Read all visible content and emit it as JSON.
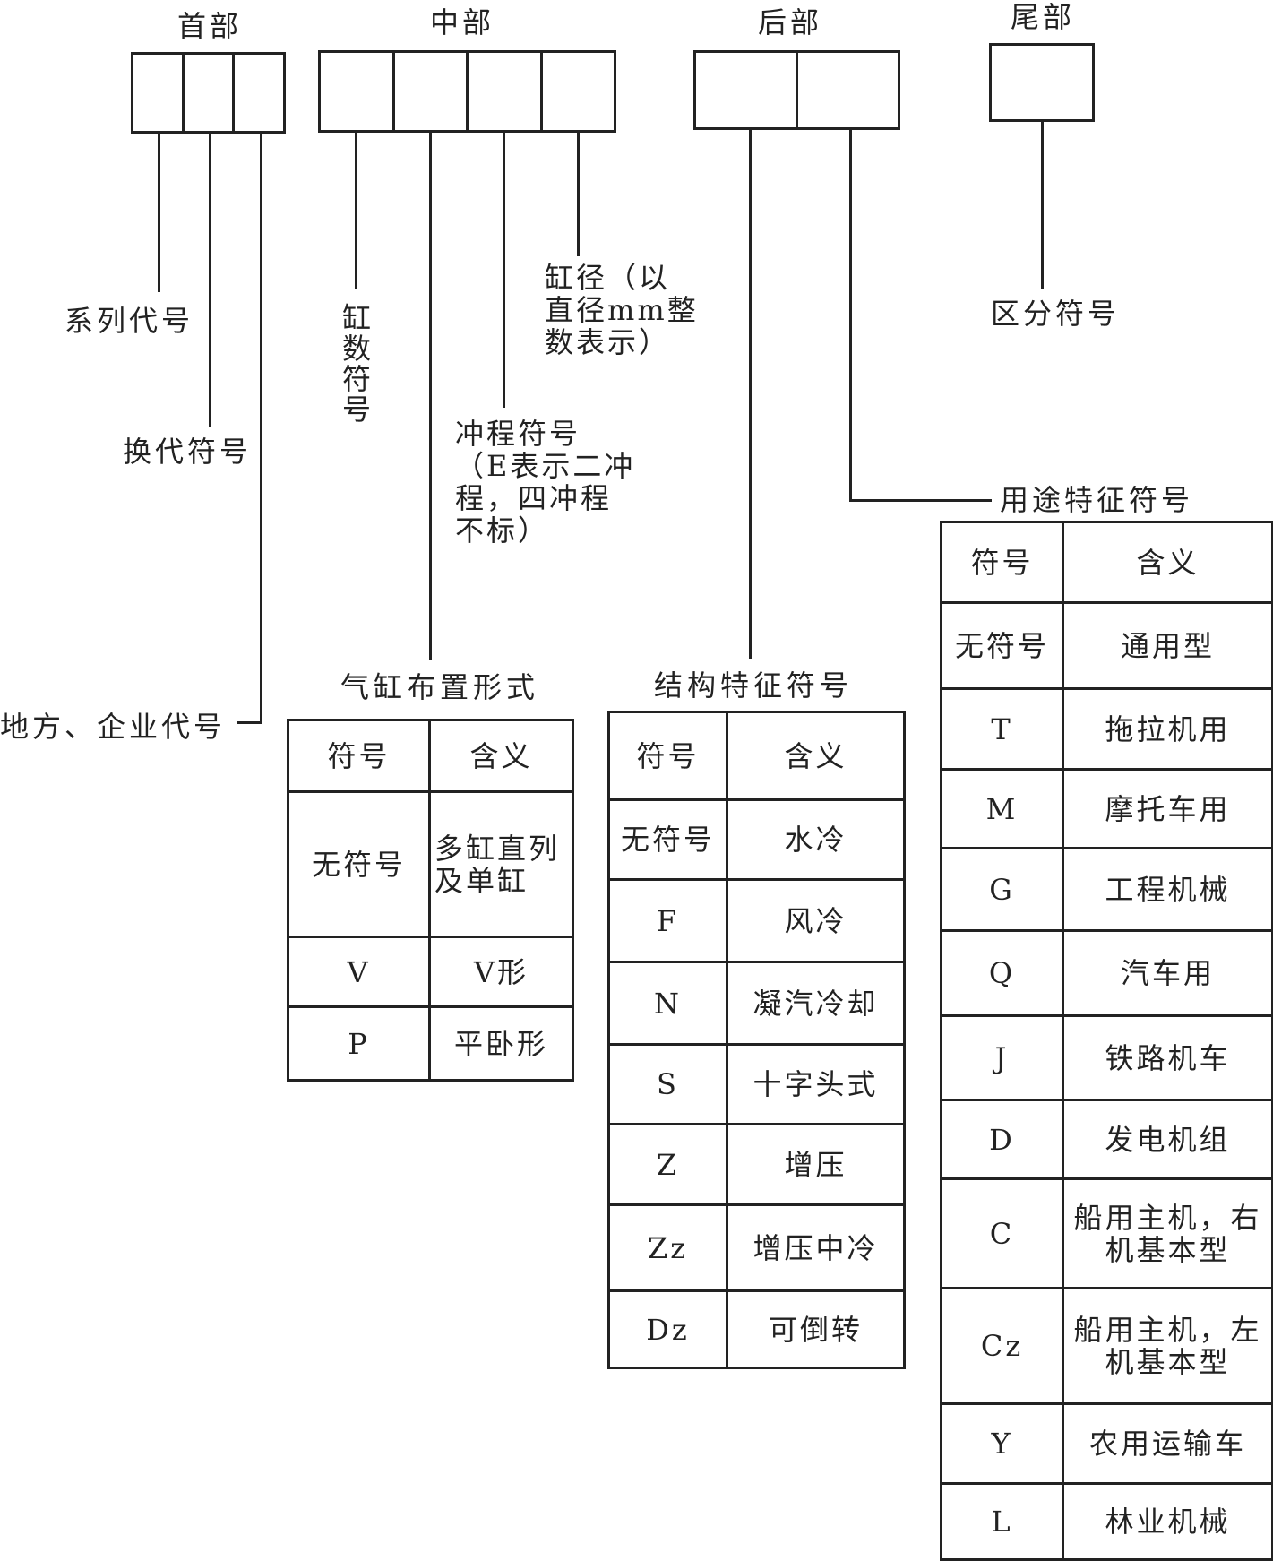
{
  "headers": {
    "head": "首部",
    "middle": "中部",
    "rear": "后部",
    "tail": "尾部"
  },
  "labels": {
    "series_code": "系列代号",
    "replacement_code": "换代符号",
    "region_company_code": "地方、企业代号",
    "cylinder_count": "缸数符号",
    "stroke_code_line1": "冲程符号",
    "stroke_code_line2": "（E表示二冲",
    "stroke_code_line3": "程，四冲程",
    "stroke_code_line4": "不标）",
    "bore_line1": "缸径（以",
    "bore_line2": "直径mm整",
    "bore_line3": "数表示）",
    "distinguish_code": "区分符号",
    "usage_feature_code": "用途特征符号"
  },
  "tables": {
    "layout": {
      "title": "气缸布置形式",
      "header": [
        "符号",
        "含义"
      ],
      "rows": [
        [
          "无符号",
          "多缸直列及单缸"
        ],
        [
          "V",
          "V形"
        ],
        [
          "P",
          "平卧形"
        ]
      ]
    },
    "structure": {
      "title": "结构特征符号",
      "header": [
        "符号",
        "含义"
      ],
      "rows": [
        [
          "无符号",
          "水冷"
        ],
        [
          "F",
          "风冷"
        ],
        [
          "N",
          "凝汽冷却"
        ],
        [
          "S",
          "十字头式"
        ],
        [
          "Z",
          "增压"
        ],
        [
          "Zz",
          "增压中冷"
        ],
        [
          "Dz",
          "可倒转"
        ]
      ]
    },
    "usage": {
      "header": [
        "符号",
        "含义"
      ],
      "rows": [
        [
          "无符号",
          "通用型"
        ],
        [
          "T",
          "拖拉机用"
        ],
        [
          "M",
          "摩托车用"
        ],
        [
          "G",
          "工程机械"
        ],
        [
          "Q",
          "汽车用"
        ],
        [
          "J",
          "铁路机车"
        ],
        [
          "D",
          "发电机组"
        ],
        [
          "C",
          "船用主机，右机基本型"
        ],
        [
          "Cz",
          "船用主机，左机基本型"
        ],
        [
          "Y",
          "农用运输车"
        ],
        [
          "L",
          "林业机械"
        ]
      ]
    }
  }
}
